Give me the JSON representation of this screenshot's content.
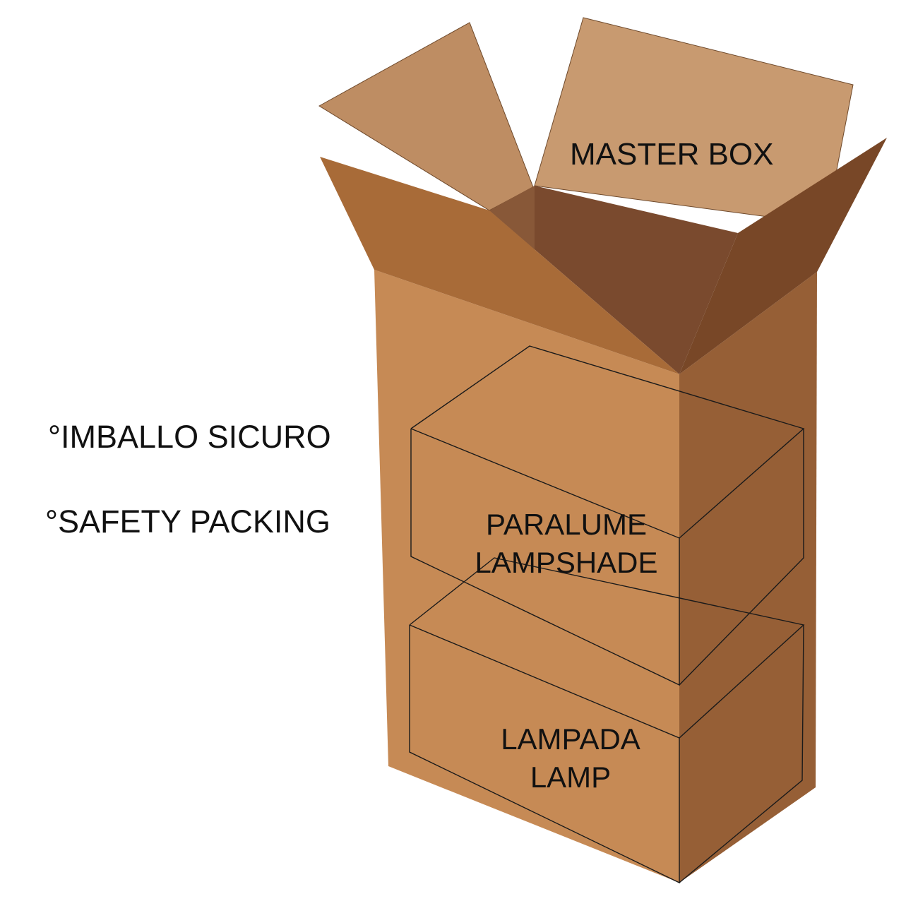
{
  "labels": {
    "master_box": "MASTER BOX",
    "note_it": "°IMBALLO SICURO",
    "note_en": "°SAFETY PACKING",
    "lampshade_it": "PARALUME",
    "lampshade_en": "LAMPSHADE",
    "lamp_it": "LAMPADA",
    "lamp_en": "LAMP"
  },
  "colors": {
    "box_front": "#C68A55",
    "box_side": "#965F36",
    "box_interior_back": "#7A4A2E",
    "box_interior_side": "#8A5A3A",
    "flap_back_left": "#BE8D63",
    "flap_back_right": "#C89A70",
    "flap_front": "#A86B38",
    "flap_right": "#784727",
    "outline": "#1a1a1a",
    "text": "#111111"
  }
}
